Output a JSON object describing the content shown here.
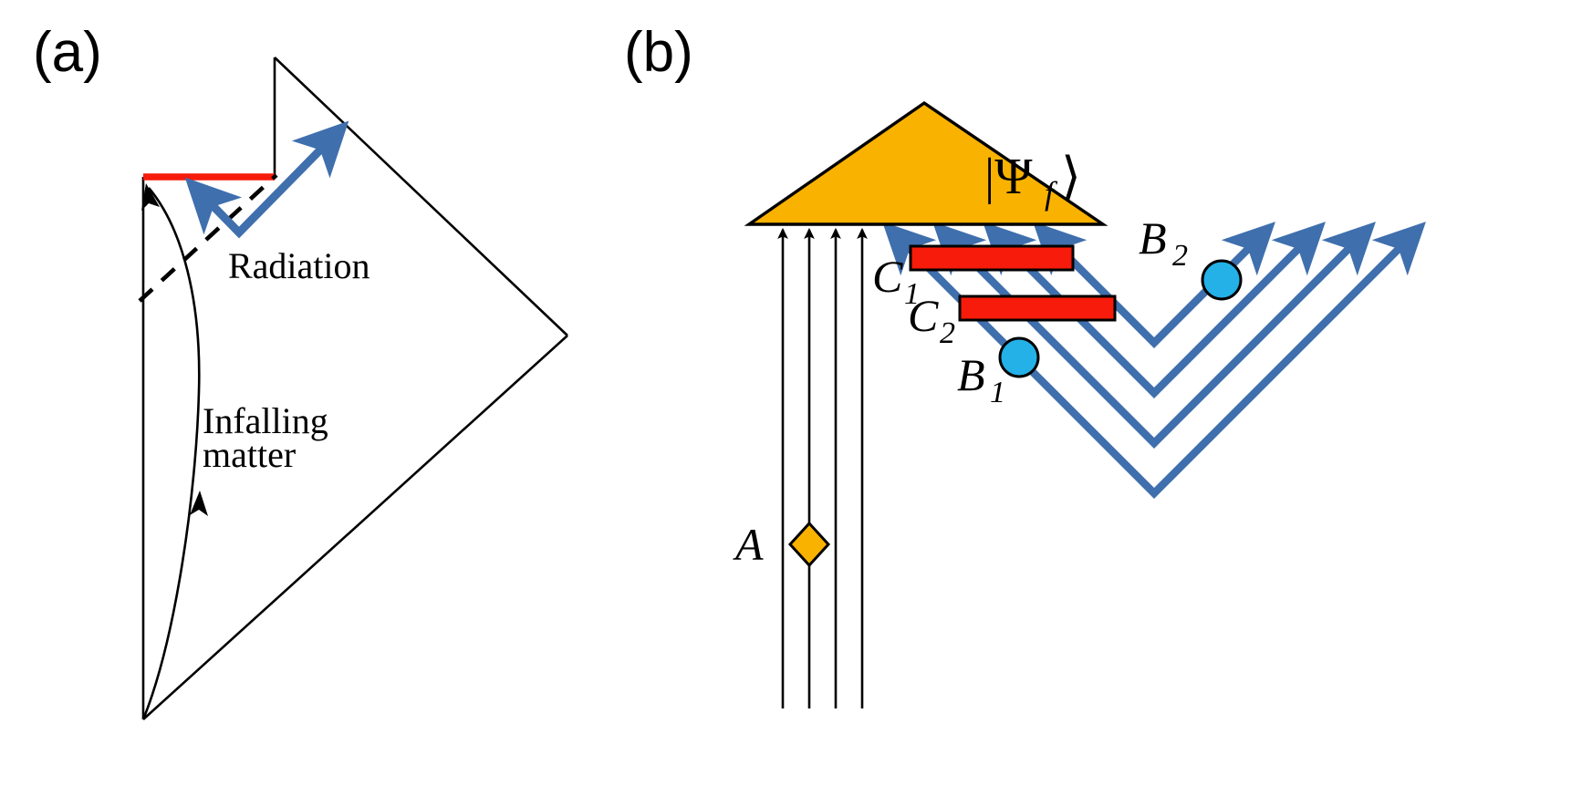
{
  "figure": {
    "kind": "physics-diagram",
    "description": "Two-panel figure: (a) Penrose diagram of an evaporating black hole; (b) quantum circuit / qubit-pair radiation schematic"
  },
  "panel_a": {
    "label": "(a)",
    "annotations": {
      "radiation": "Radiation",
      "infalling_line1": "Infalling",
      "infalling_line2": "matter"
    },
    "colors": {
      "singularity": "#f61b0a",
      "radiation_arrow": "#3f6fad",
      "outline": "#000000"
    },
    "elements": {
      "singularity_name": "singularity",
      "horizon_name": "event-horizon",
      "matter_name": "infalling-matter-worldline",
      "radiation_name": "radiation-ray"
    }
  },
  "panel_b": {
    "label": "(b)",
    "ket_label": "|Ψ",
    "ket_sub": "f",
    "ket_close": "⟩",
    "labels": {
      "A": "A",
      "B1": "B",
      "B1_sub": "1",
      "B2": "B",
      "B2_sub": "2",
      "C1": "C",
      "C1_sub": "1",
      "C2": "C",
      "C2_sub": "2"
    },
    "colors": {
      "triangle_fill": "#f9b200",
      "triangle_stroke": "#000000",
      "ray": "#3f6fad",
      "bar_fill": "#f61b0a",
      "bar_stroke": "#000000",
      "circle_fill": "#23b1e8",
      "circle_stroke": "#000000",
      "diamond_fill": "#f9b200",
      "diamond_stroke": "#000000",
      "vertical_line": "#000000"
    },
    "counts": {
      "vertical_lines": 4,
      "v_rays": 4,
      "red_bars": 2,
      "blue_circles": 2,
      "yellow_diamonds": 1
    }
  }
}
